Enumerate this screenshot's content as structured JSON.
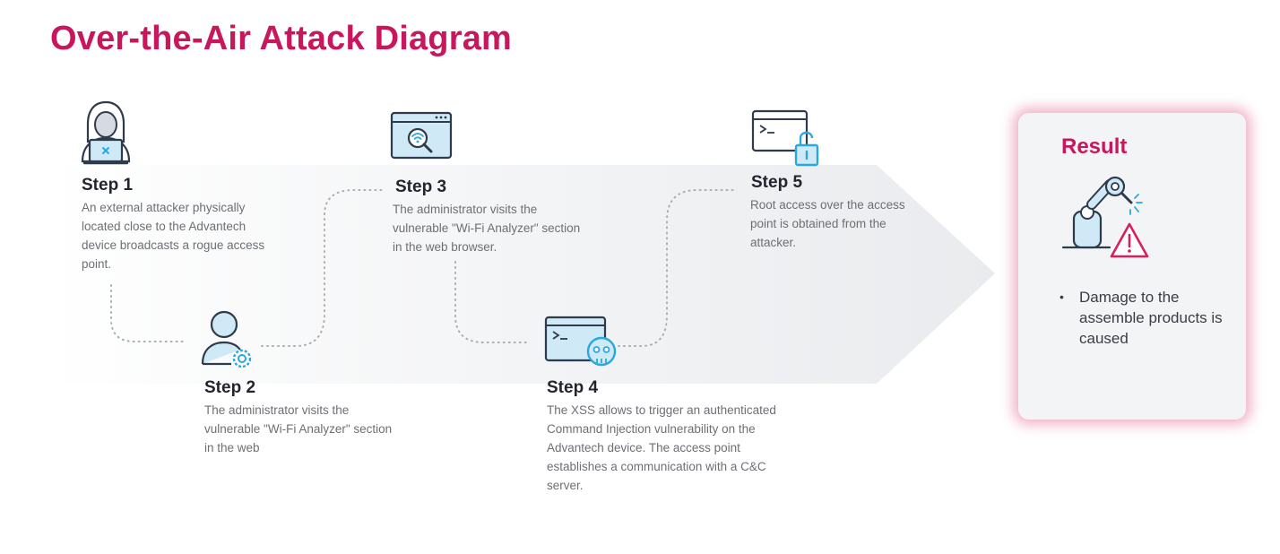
{
  "title": "Over-the-Air Attack Diagram",
  "colors": {
    "accent": "#c8175d",
    "icon_stroke": "#2f3a4a",
    "icon_fill": "#cfe9f7",
    "icon_accent": "#29a8e0",
    "warning": "#d81e5b",
    "arrow_band": "#eef0f2"
  },
  "steps": [
    {
      "title": "Step 1",
      "description": "An external attacker physically located close to the Advantech device broadcasts a rogue access point.",
      "icon": "hooded-attacker-laptop-icon"
    },
    {
      "title": "Step 2",
      "description": "The administrator visits the vulnerable \"Wi-Fi Analyzer\" section in the web",
      "icon": "admin-user-gear-icon"
    },
    {
      "title": "Step 3",
      "description": "The administrator visits the vulnerable \"Wi-Fi Analyzer\" section in the web browser.",
      "icon": "browser-wifi-search-icon"
    },
    {
      "title": "Step 4",
      "description": "The XSS allows to trigger an authenticated Command Injection vulnerability on the Advantech device. The access point establishes a communication with a C&C server.",
      "icon": "terminal-skull-icon"
    },
    {
      "title": "Step 5",
      "description": "Root access over the access point is obtained from the attacker.",
      "icon": "terminal-unlocked-icon"
    }
  ],
  "result": {
    "title": "Result",
    "icon": "robot-arm-warning-icon",
    "items": [
      "Damage to the assemble products is caused"
    ]
  }
}
